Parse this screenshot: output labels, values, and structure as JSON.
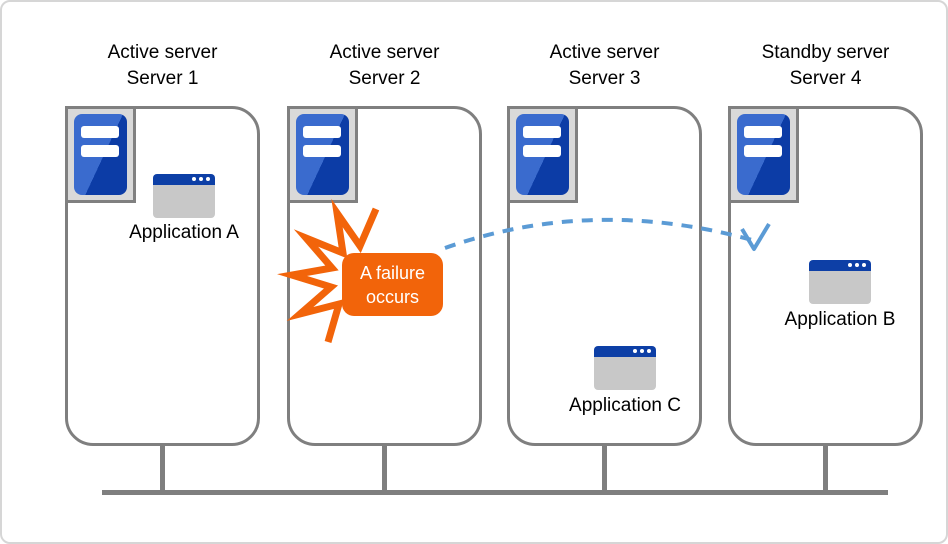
{
  "servers": [
    {
      "role": "Active server",
      "name": "Server 1",
      "app_label": "Application A"
    },
    {
      "role": "Active server",
      "name": "Server 2"
    },
    {
      "role": "Active server",
      "name": "Server 3",
      "app_label": "Application C"
    },
    {
      "role": "Standby server",
      "name": "Server 4",
      "app_label": "Application B"
    }
  ],
  "failure": {
    "line1": "A failure",
    "line2": "occurs"
  },
  "icons": {
    "server": "server-tower-icon",
    "application": "application-window-icon",
    "failure": "failure-burst-icon",
    "failover": "failover-arrow"
  },
  "colors": {
    "accent_orange": "#F2640A",
    "arrow_blue": "#5B9BD5",
    "server_blue_light": "#3A6BCE",
    "server_blue_dark": "#0C3CA6",
    "app_titlebar_blue": "#0D3FA6",
    "outline_gray": "#7F7F7F",
    "icon_box_gray": "#D9D9D9"
  }
}
